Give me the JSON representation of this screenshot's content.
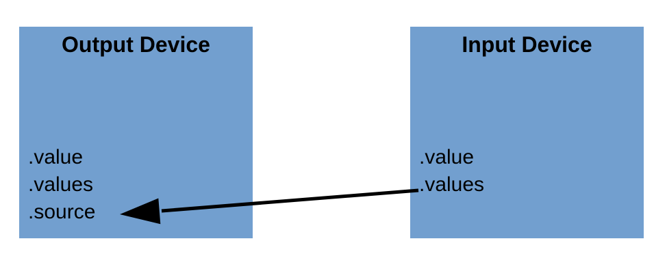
{
  "colors": {
    "box_fill": "#729FCF",
    "text": "#000000",
    "arrow": "#000000",
    "background": "#FFFFFF"
  },
  "output_device": {
    "title": "Output Device",
    "attributes": [
      ".value",
      ".values",
      ".source"
    ]
  },
  "input_device": {
    "title": "Input Device",
    "attributes": [
      ".value",
      ".values"
    ]
  },
  "arrow": {
    "from": "Input Device .values",
    "to": "Output Device .source",
    "direction": "right-to-left"
  }
}
